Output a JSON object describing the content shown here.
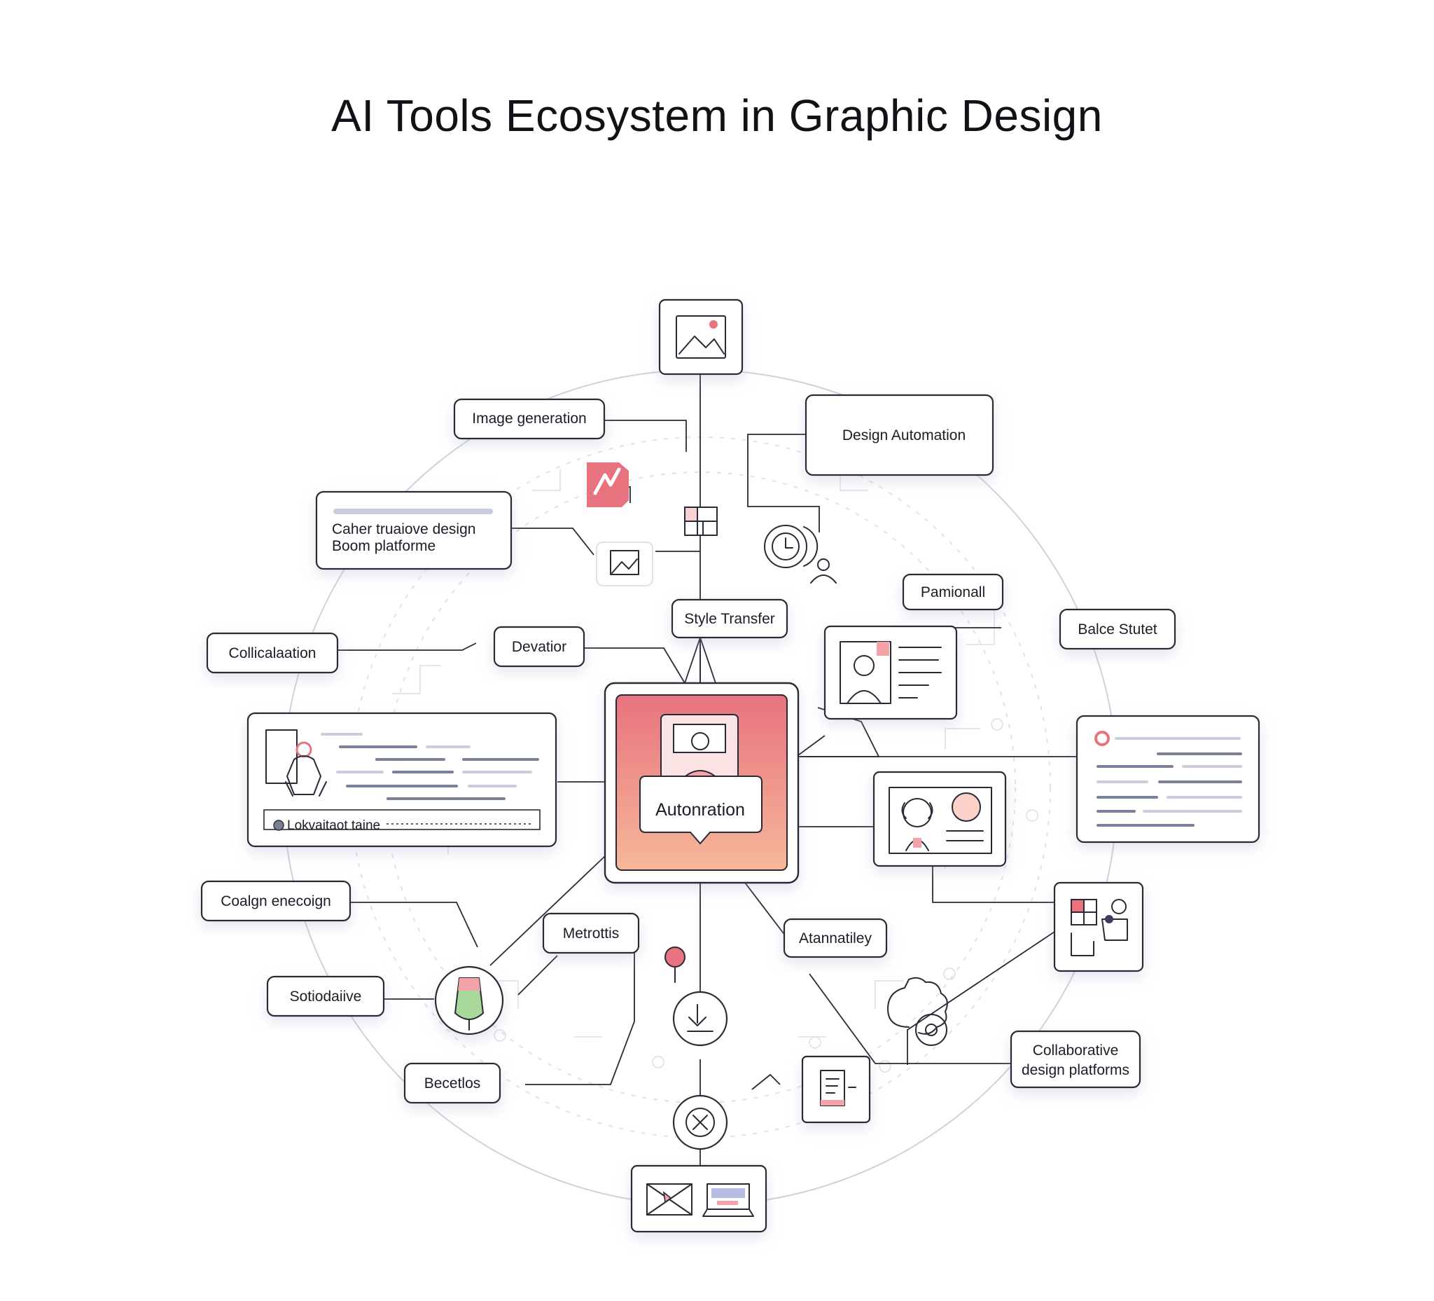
{
  "title": "AI Tools Ecosystem in Graphic Design",
  "center": {
    "label": "Autonration"
  },
  "labels": {
    "image_generation": "Image generation",
    "design_automation": "Design Automation",
    "collab_design_card": "Caher truaiove design\nBoom platforme",
    "style_transfer": "Style Transfer",
    "pamionall": "Pamionall",
    "balce_stutet": "Balce Stutet",
    "collicalaation": "Collicalaation",
    "devatior": "Devatior",
    "profile_card_field": "Lokvaitaot taine",
    "coalgn_enecoign": "Coalgn enecoign",
    "metrottis": "Metrottis",
    "atannatiley": "Atannatiley",
    "sotiodaiive": "Sotiodaiive",
    "becetlos": "Becetlos",
    "collaborative_platforms": "Collaborative\ndesign platforms"
  },
  "colors": {
    "accent": "#e8737f",
    "accent_light": "#f4b89a",
    "stroke": "#2a2a36",
    "ring": "#cfd2dc"
  },
  "icons": [
    "image-icon",
    "lightning-icon",
    "grid-icon",
    "envelope-icon",
    "clock-icon",
    "user-icon",
    "profile-card-icon",
    "portrait-icon",
    "layout-blocks-icon",
    "gear-icon",
    "lamp-icon",
    "pin-icon",
    "download-icon",
    "close-icon",
    "mail-icon",
    "laptop-icon",
    "document-icon"
  ]
}
